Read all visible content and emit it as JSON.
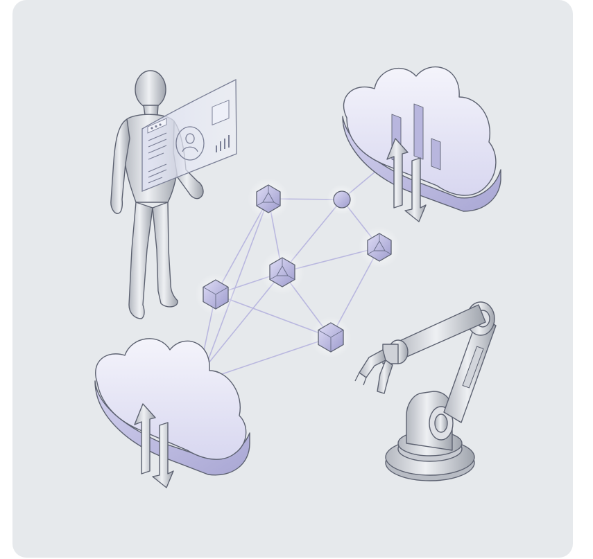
{
  "scene": {
    "elements": [
      "person-with-holographic-display",
      "upload-download-cloud-top",
      "upload-download-cloud-bottom",
      "network-graph",
      "robotic-arm"
    ],
    "colors": {
      "card_background": "#e6e9ec",
      "line": "#5c6170",
      "lavender_highlight": "#c8c6ec",
      "lavender_shade": "#9a98c8",
      "metal_light": "#eceef1",
      "metal_dark": "#a7abb4"
    }
  }
}
